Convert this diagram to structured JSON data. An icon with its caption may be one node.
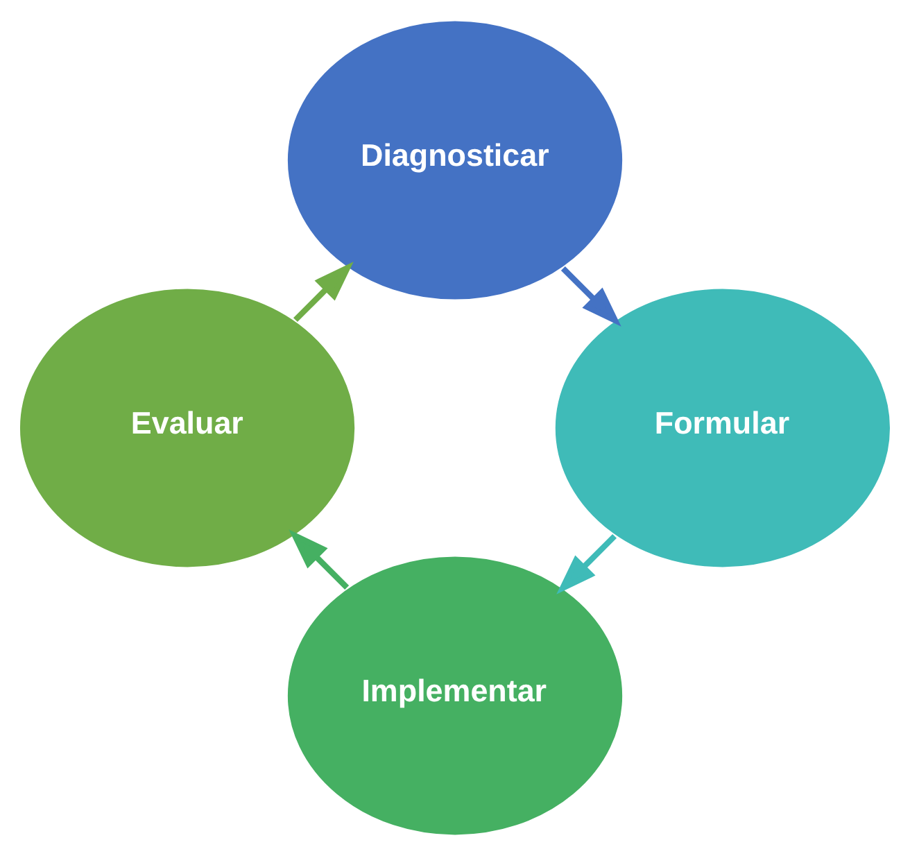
{
  "diagram": {
    "nodes": [
      {
        "text": [
          "Diagnosticar"
        ]
      },
      {
        "text": [
          "Formular"
        ]
      },
      {
        "text": [
          "Implementar"
        ]
      },
      {
        "text": [
          "Evaluar"
        ]
      }
    ],
    "edges": [
      {
        "from": 0,
        "to": 1,
        "arrow": "to",
        "color": "#4472c4"
      },
      {
        "from": 1,
        "to": 2,
        "arrow": "to",
        "color": "#3fbbb8"
      },
      {
        "from": 2,
        "to": 3,
        "arrow": "to",
        "color": "#45b062"
      },
      {
        "from": 3,
        "to": 0,
        "arrow": "to",
        "color": "#70ad47"
      }
    ]
  }
}
